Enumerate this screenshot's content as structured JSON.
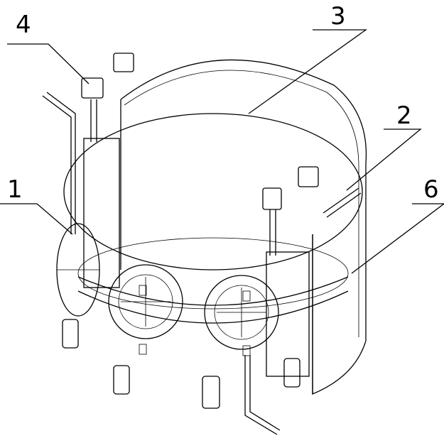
{
  "figure": {
    "labels": [
      "4",
      "3",
      "2",
      "1",
      "6"
    ]
  }
}
